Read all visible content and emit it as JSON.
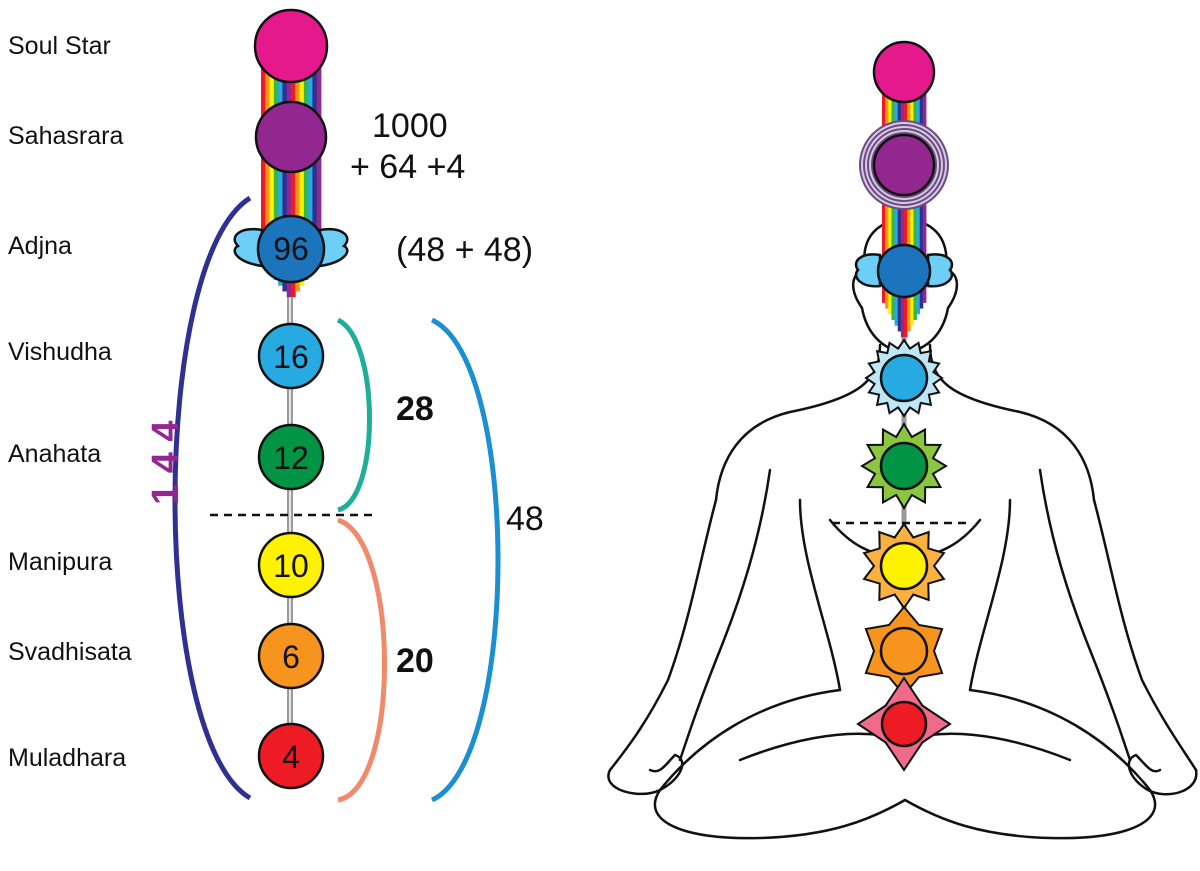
{
  "chakras": [
    {
      "name": "Soul Star",
      "petals": "",
      "color": "#e6198c"
    },
    {
      "name": "Sahasrara",
      "petals": "",
      "color": "#92278f"
    },
    {
      "name": "Adjna",
      "petals": "96",
      "color": "#1c75bc"
    },
    {
      "name": "Vishudha",
      "petals": "16",
      "color": "#27aae1"
    },
    {
      "name": "Anahata",
      "petals": "12",
      "color": "#009444"
    },
    {
      "name": "Manipura",
      "petals": "10",
      "color": "#fff200"
    },
    {
      "name": "Svadhisata",
      "petals": "6",
      "color": "#f7941d"
    },
    {
      "name": "Muladhara",
      "petals": "4",
      "color": "#ed1c24"
    }
  ],
  "annotations": {
    "sahasrara_line1": "1000",
    "sahasrara_line2": "+ 64 +4",
    "adjna_split": "(48 + 48)",
    "upper_sum": "28",
    "lower_sum": "20",
    "mid_sum": "48",
    "total": "1 4 4"
  },
  "colors": {
    "rainbow": [
      "#ed1c24",
      "#f7941d",
      "#fff200",
      "#39b54a",
      "#27aae1",
      "#2e3192",
      "#92278f"
    ],
    "bracket_total": "#2e3192",
    "bracket_upper": "#1fae9a",
    "bracket_lower": "#f08a6a",
    "bracket_mid": "#1b8fd1",
    "total_text": "#92278f"
  }
}
